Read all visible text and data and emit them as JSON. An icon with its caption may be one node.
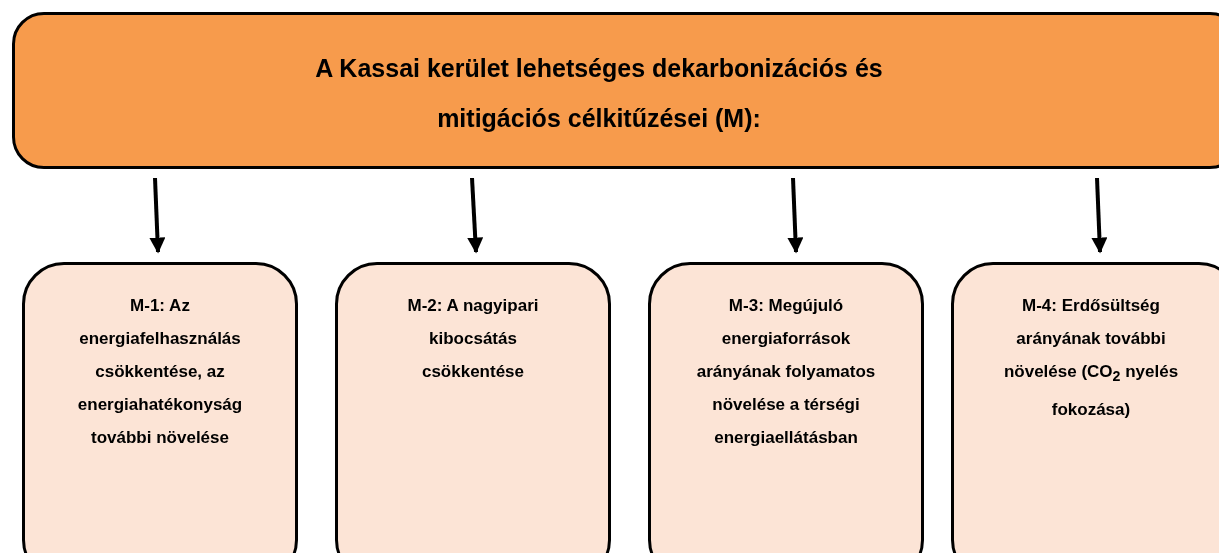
{
  "diagram": {
    "nodes": [
      {
        "text": [
          "A Kassai kerület lehetséges dekarbonizációs és mitigációs célkitűzései (M):"
        ]
      },
      {
        "text": [
          "M-1: Az energiafelhasználás csökkentése, az energiahatékonyság további növelése"
        ]
      },
      {
        "text": [
          "M-2: A nagyipari kibocsátás csökkentése"
        ]
      },
      {
        "text": [
          "M-3: Megújuló energiaforrások arányának folyamatos növelése a térségi energiaellátásban"
        ]
      },
      {
        "text": [
          "M-4: Erdősültség arányának további növelése (CO$_{2}$ nyelés fokozása)"
        ]
      }
    ],
    "edges": [
      {
        "from": 0,
        "to": 1,
        "arrow": "to"
      },
      {
        "from": 0,
        "to": 2,
        "arrow": "to"
      },
      {
        "from": 0,
        "to": 3,
        "arrow": "to"
      },
      {
        "from": 0,
        "to": 4,
        "arrow": "to"
      }
    ]
  }
}
